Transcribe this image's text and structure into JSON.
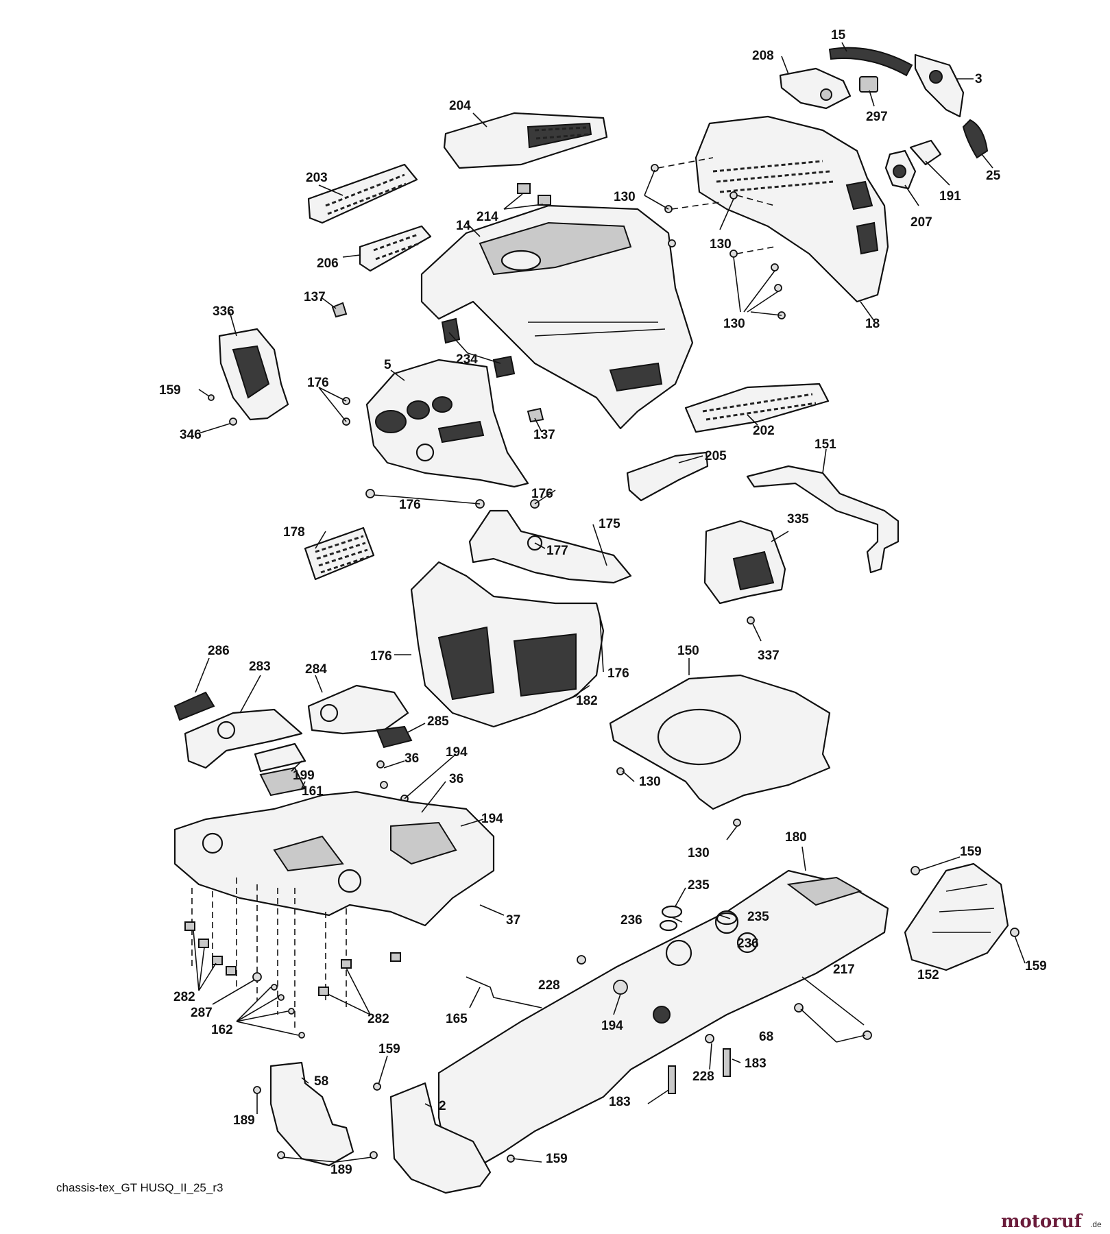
{
  "caption": "chassis-tex_GT HUSQ_II_25_r3",
  "watermark": {
    "main": "motoruf",
    "suffix": ".de",
    "color_main": "#6a1b3a",
    "color_accent": "#e08a1e"
  },
  "labels": [
    "15",
    "208",
    "3",
    "297",
    "25",
    "191",
    "207",
    "204",
    "203",
    "214",
    "14",
    "130",
    "130",
    "130",
    "18",
    "206",
    "137",
    "336",
    "5",
    "234",
    "159",
    "176",
    "346",
    "137",
    "202",
    "205",
    "151",
    "176",
    "176",
    "178",
    "175",
    "177",
    "335",
    "337",
    "176",
    "176",
    "182",
    "150",
    "286",
    "283",
    "284",
    "285",
    "194",
    "36",
    "36",
    "199",
    "161",
    "194",
    "130",
    "130",
    "180",
    "159",
    "235",
    "236",
    "235",
    "236",
    "37",
    "228",
    "217",
    "152",
    "159",
    "282",
    "287",
    "162",
    "282",
    "194",
    "165",
    "68",
    "228",
    "183",
    "183",
    "159",
    "58",
    "2",
    "189",
    "189",
    "159"
  ]
}
